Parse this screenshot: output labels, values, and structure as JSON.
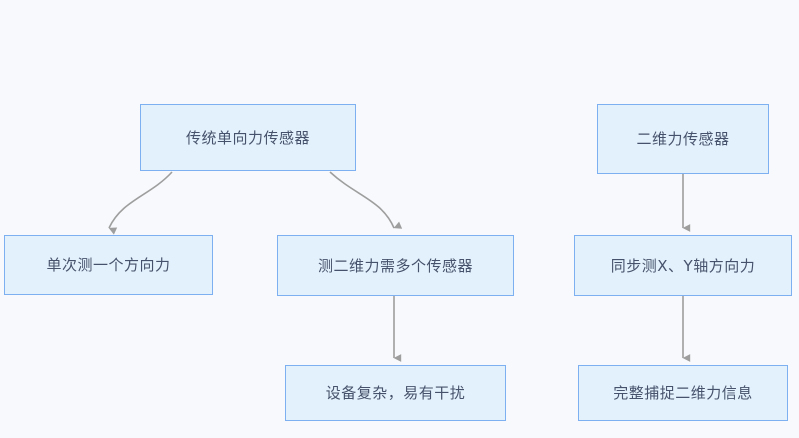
{
  "diagram": {
    "type": "flowchart",
    "background_color": "#f7f9fc",
    "node_fill_color": "#e2f1fc",
    "node_border_color": "#7cb0f0",
    "node_text_color": "#46526b",
    "edge_color": "#9e9e9e",
    "nodes": [
      {
        "id": "traditional",
        "label": "传统单向力传感器"
      },
      {
        "id": "single_axis",
        "label": "单次测一个方向力"
      },
      {
        "id": "multi_sensor",
        "label": "测二维力需多个传感器"
      },
      {
        "id": "complex",
        "label": "设备复杂，易有干扰"
      },
      {
        "id": "two_d_sensor",
        "label": "二维力传感器"
      },
      {
        "id": "sync_xy",
        "label": "同步测X、Y轴方向力"
      },
      {
        "id": "capture_complete",
        "label": "完整捕捉二维力信息"
      }
    ],
    "edges": [
      {
        "from": "traditional",
        "to": "single_axis",
        "style": "curved",
        "arrow": "triangle"
      },
      {
        "from": "traditional",
        "to": "multi_sensor",
        "style": "curved",
        "arrow": "triangle"
      },
      {
        "from": "multi_sensor",
        "to": "complex",
        "style": "straight",
        "arrow": "triangle"
      },
      {
        "from": "two_d_sensor",
        "to": "sync_xy",
        "style": "straight",
        "arrow": "triangle"
      },
      {
        "from": "sync_xy",
        "to": "capture_complete",
        "style": "straight",
        "arrow": "triangle"
      }
    ]
  }
}
